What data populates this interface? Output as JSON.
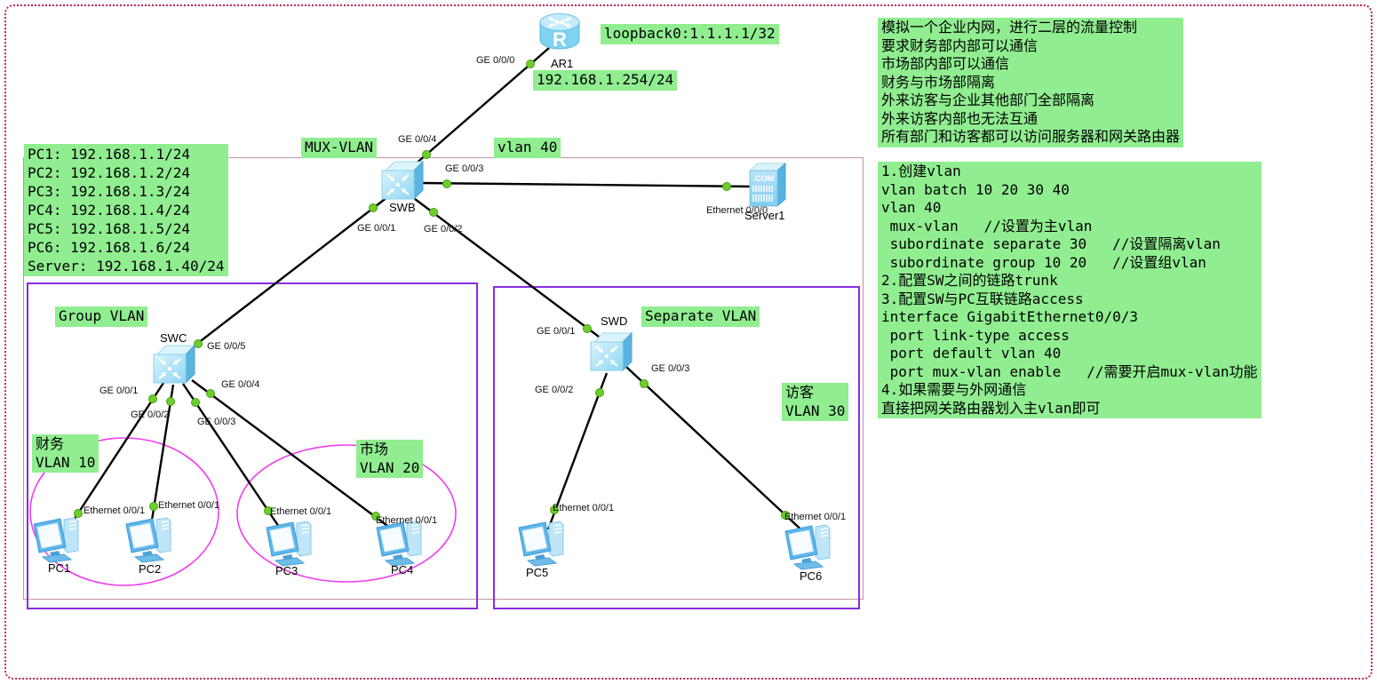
{
  "colors": {
    "note_green": "#90ee90",
    "dot_green": "#6fce2d",
    "vlan_purple": "#8a2be2",
    "frame_mauve": "#bb93a8",
    "ellipse_magenta": "#ee3cee",
    "outer_red": "#c0245e",
    "line_black": "#000000",
    "device_blue": "#8ed7f2"
  },
  "notes": {
    "scenario_lines": [
      "模拟一个企业内网，进行二层的流量控制",
      "要求财务部内部可以通信",
      "市场部内部可以通信",
      "财务与市场部隔离",
      "外来访客与企业其他部门全部隔离",
      "外来访客内部也无法互通",
      "所有部门和访客都可以访问服务器和网关路由器"
    ],
    "steps_lines": [
      "1.创建vlan",
      "vlan batch 10 20 30 40",
      "vlan 40",
      " mux-vlan   //设置为主vlan",
      " subordinate separate 30   //设置隔离vlan",
      " subordinate group 10 20   //设置组vlan",
      "2.配置SW之间的链路trunk",
      "3.配置SW与PC互联链路access",
      "interface GigabitEthernet0/0/3",
      " port link-type access",
      " port default vlan 40",
      " port mux-vlan enable   //需要开启mux-vlan功能",
      "4.如果需要与外网通信",
      "直接把网关路由器划入主vlan即可"
    ],
    "ip_list_lines": [
      "PC1: 192.168.1.1/24",
      "PC2: 192.168.1.2/24",
      "PC3: 192.168.1.3/24",
      "PC4: 192.168.1.4/24",
      "PC5: 192.168.1.5/24",
      "PC6: 192.168.1.6/24",
      "Server: 192.168.1.40/24"
    ],
    "loopback": "loopback0:1.1.1.1/32",
    "gateway_ip": "192.168.1.254/24",
    "mux_vlan": "MUX-VLAN",
    "vlan_40": "vlan 40",
    "group_vlan": "Group VLAN",
    "separate_vlan": "Separate VLAN",
    "finance_lines": [
      "财务",
      "VLAN 10"
    ],
    "market_lines": [
      "市场",
      "VLAN 20"
    ],
    "guest_lines": [
      "访客",
      "VLAN 30"
    ]
  },
  "devices": {
    "ar1": "AR1",
    "swb": "SWB",
    "swc": "SWC",
    "swd": "SWD",
    "server1": "Server1",
    "pc1": "PC1",
    "pc2": "PC2",
    "pc3": "PC3",
    "pc4": "PC4",
    "pc5": "PC5",
    "pc6": "PC6"
  },
  "ports": {
    "ar1_ge_0_0_0": "GE 0/0/0",
    "swb_ge_0_0_4": "GE 0/0/4",
    "swb_ge_0_0_3": "GE 0/0/3",
    "swb_ge_0_0_1": "GE 0/0/1",
    "swb_ge_0_0_2": "GE 0/0/2",
    "server_eth_0_0_0": "Ethernet 0/0/0",
    "swc_ge_0_0_5": "GE 0/0/5",
    "swc_ge_0_0_1": "GE 0/0/1",
    "swc_ge_0_0_2": "GE 0/0/2",
    "swc_ge_0_0_3": "GE 0/0/3",
    "swc_ge_0_0_4": "GE 0/0/4",
    "swd_ge_0_0_1": "GE 0/0/1",
    "swd_ge_0_0_2": "GE 0/0/2",
    "swd_ge_0_0_3": "GE 0/0/3",
    "pc_eth_0_0_1": "Ethernet 0/0/1"
  }
}
